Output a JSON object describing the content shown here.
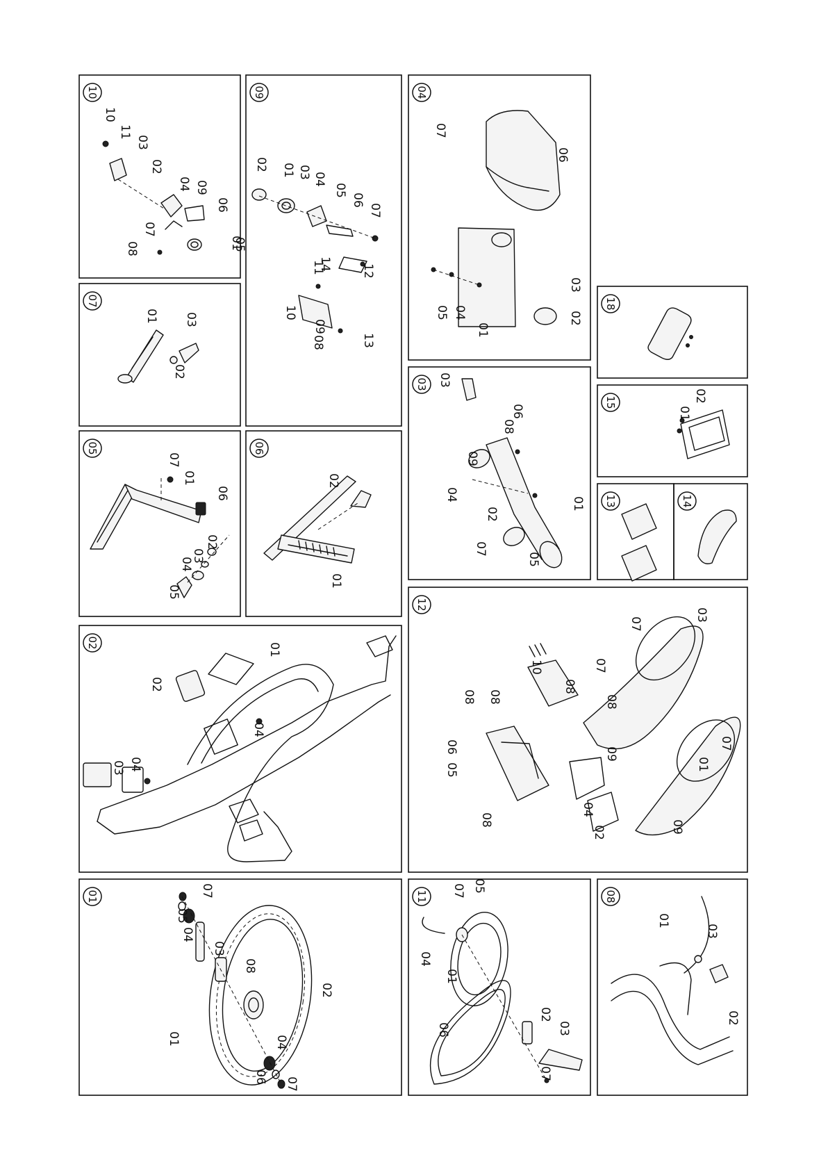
{
  "panels": [
    {
      "id": "p01",
      "number": "01",
      "labels": [
        "01",
        "02",
        "03",
        "04",
        "05",
        "06",
        "07",
        "08",
        "04",
        "07"
      ]
    },
    {
      "id": "p02",
      "number": "02",
      "labels": [
        "01",
        "02",
        "03",
        "04",
        "04"
      ]
    },
    {
      "id": "p05",
      "number": "05",
      "labels": [
        "01",
        "02",
        "03",
        "04",
        "05",
        "06",
        "07"
      ]
    },
    {
      "id": "p06",
      "number": "06",
      "labels": [
        "01",
        "02"
      ]
    },
    {
      "id": "p07",
      "number": "07",
      "labels": [
        "01",
        "02",
        "03"
      ]
    },
    {
      "id": "p09",
      "number": "09",
      "labels": [
        "01",
        "02",
        "03",
        "04",
        "05",
        "06",
        "07",
        "08",
        "09",
        "10",
        "11",
        "12",
        "13",
        "14"
      ]
    },
    {
      "id": "p10",
      "number": "10",
      "labels": [
        "01",
        "02",
        "03",
        "04",
        "05",
        "06",
        "07",
        "08",
        "09",
        "10",
        "11"
      ]
    },
    {
      "id": "p11",
      "number": "11",
      "labels": [
        "01",
        "02",
        "03",
        "04",
        "05",
        "06",
        "07",
        "07"
      ]
    },
    {
      "id": "p12",
      "number": "12",
      "labels": [
        "01",
        "02",
        "03",
        "04",
        "05",
        "06",
        "07",
        "07",
        "07",
        "08",
        "08",
        "08",
        "08",
        "08",
        "09",
        "09",
        "10"
      ]
    },
    {
      "id": "p03",
      "number": "03",
      "labels": [
        "01",
        "02",
        "03",
        "04",
        "05",
        "06",
        "07",
        "08",
        "09"
      ]
    },
    {
      "id": "p04",
      "number": "04",
      "labels": [
        "01",
        "02",
        "03",
        "04",
        "05",
        "06",
        "07"
      ]
    },
    {
      "id": "p08",
      "number": "08",
      "labels": [
        "01",
        "02",
        "03"
      ]
    },
    {
      "id": "p13",
      "number": "13",
      "labels": []
    },
    {
      "id": "p14",
      "number": "14",
      "labels": []
    },
    {
      "id": "p15",
      "number": "15",
      "labels": [
        "01",
        "02"
      ]
    },
    {
      "id": "p18",
      "number": "18",
      "labels": []
    }
  ]
}
